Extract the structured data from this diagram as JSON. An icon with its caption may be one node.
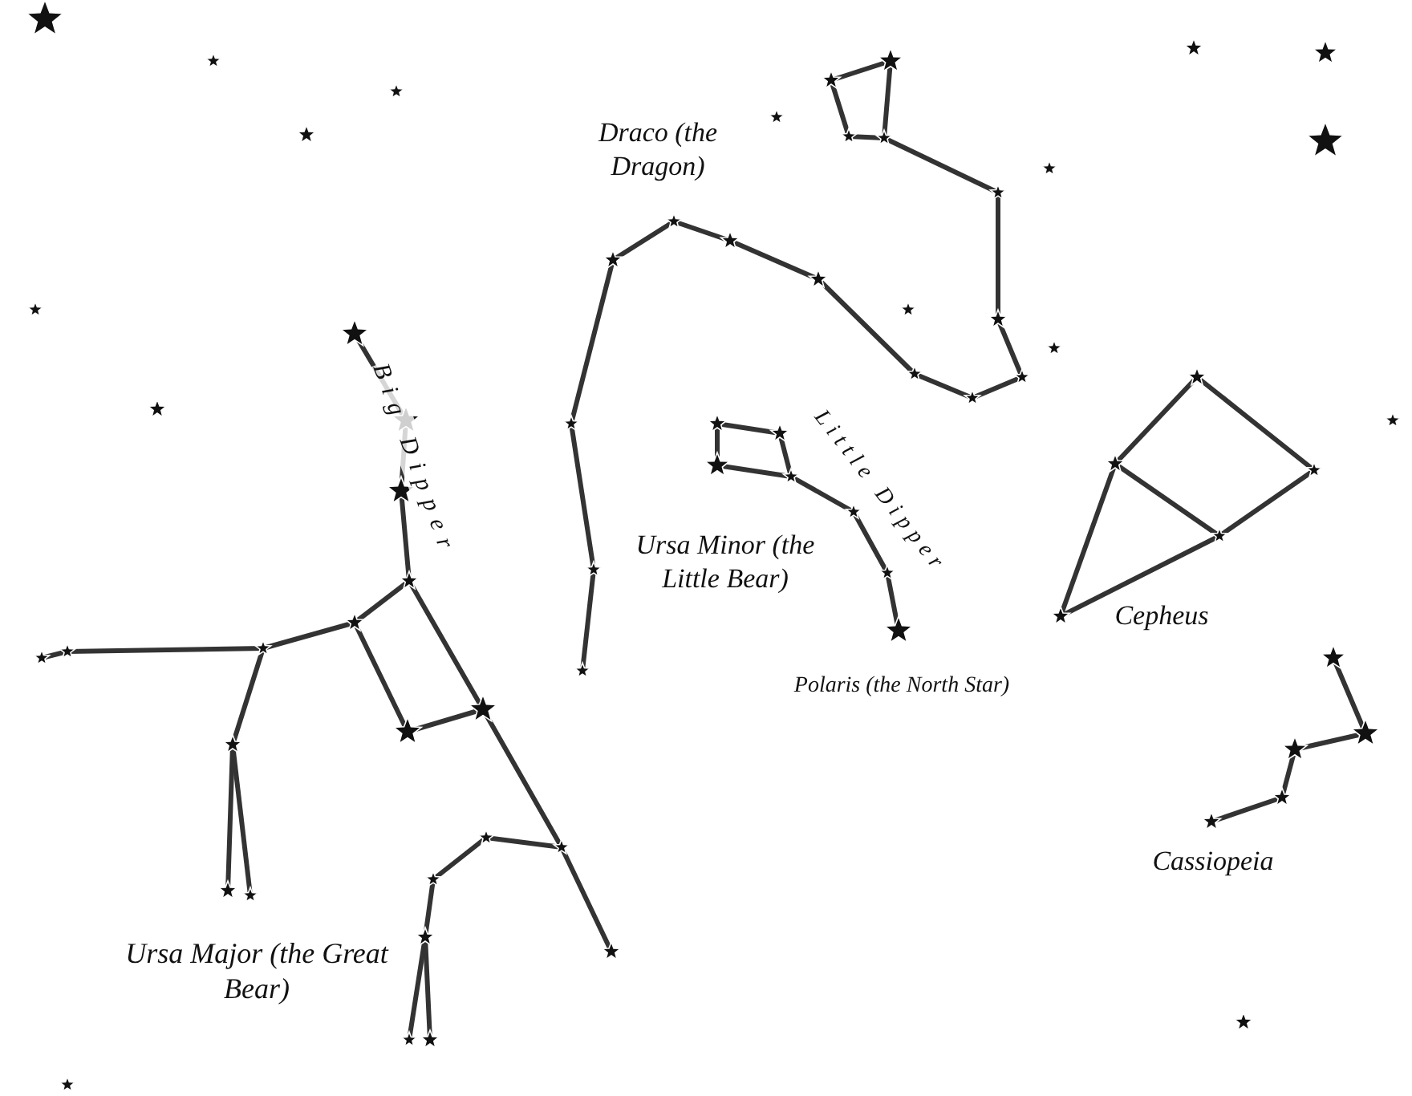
{
  "diagram": {
    "labels": [
      "Draco (the Dragon)",
      "Big Dipper",
      "Little Dipper",
      "Ursa Minor (the Little Bear)",
      "Polaris (the North Star)",
      "Cepheus",
      "Ursa Major (the Great Bear)",
      "Cassiopeia"
    ]
  }
}
